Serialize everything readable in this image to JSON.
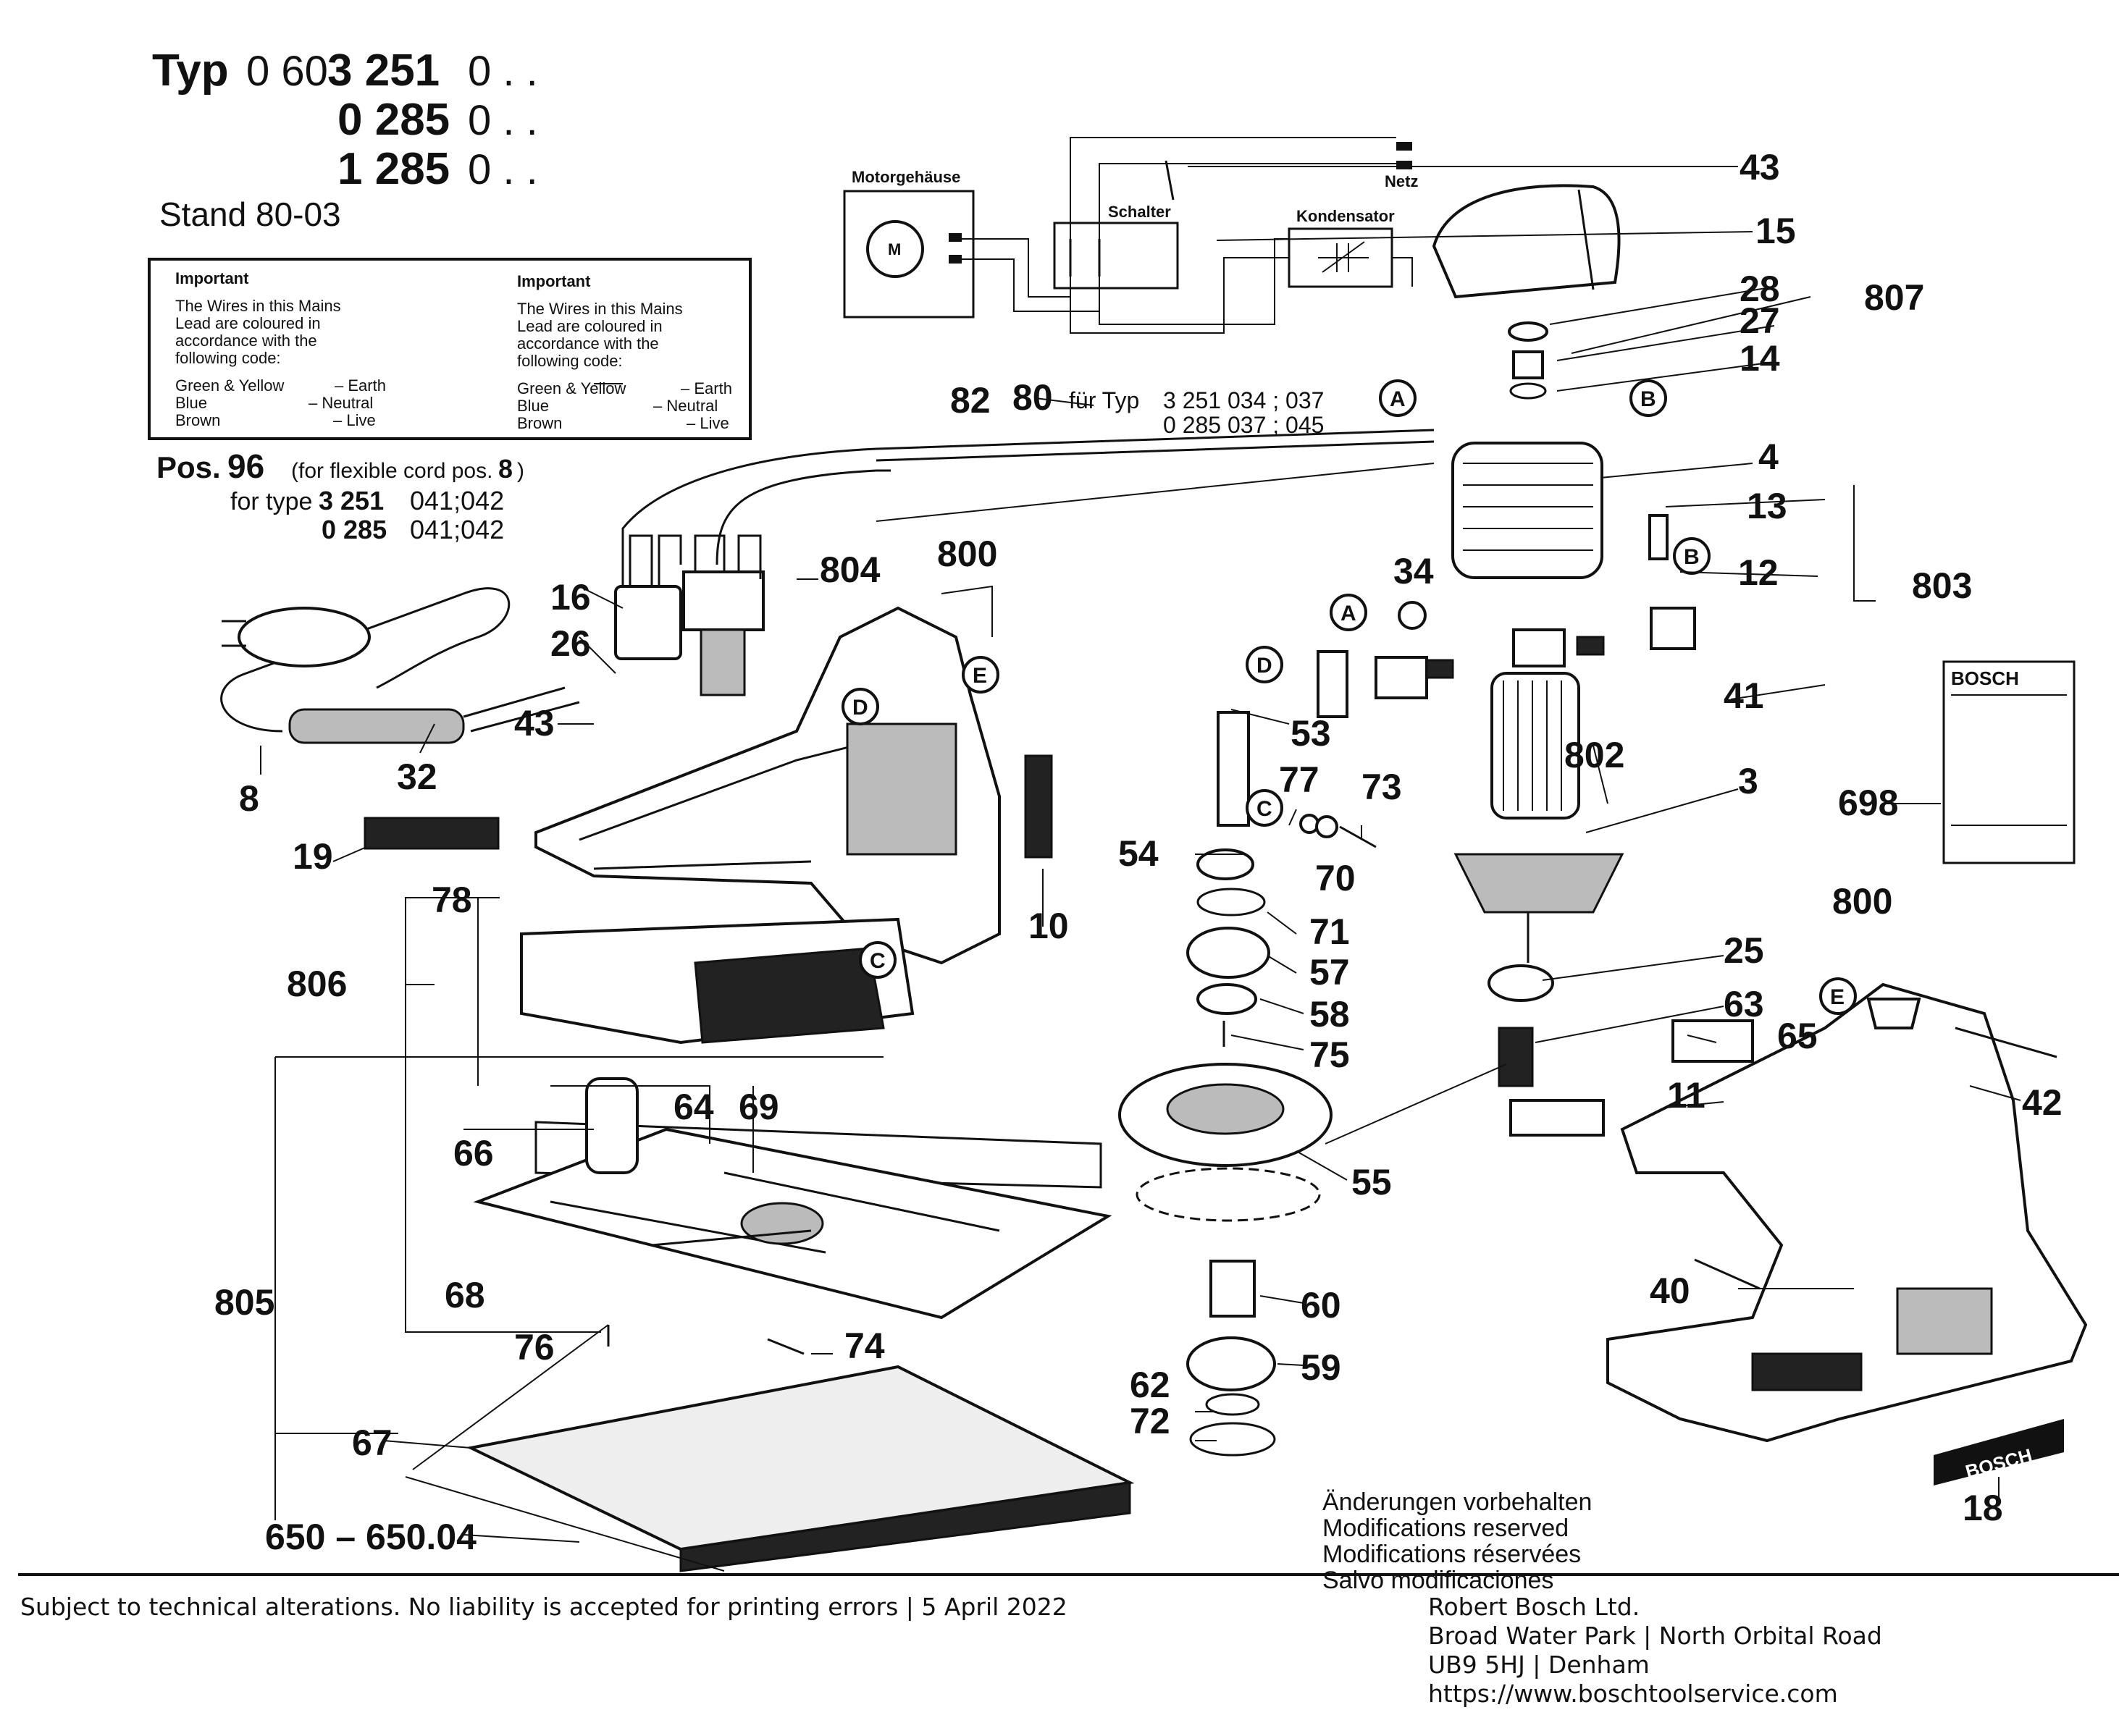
{
  "header": {
    "typ_label": "Typ",
    "typ_line1_prefix": "0 60",
    "typ_line1_bold": "3 251",
    "typ_line1_suffix": "0 . .",
    "typ_line2_bold": "0 285",
    "typ_line2_suffix": "0 . .",
    "typ_line3_bold": "1 285",
    "typ_line3_suffix": "0 . .",
    "stand": "Stand 80-03"
  },
  "important_box": {
    "title": "Important",
    "text_lines": [
      "The Wires in this Mains",
      "Lead are coloured in",
      "accordance with the",
      "following code:"
    ],
    "rows": [
      {
        "color": "Green & Yellow",
        "meaning": "– Earth"
      },
      {
        "color": "Blue",
        "meaning": "– Neutral"
      },
      {
        "color": "Brown",
        "meaning": "– Live"
      }
    ]
  },
  "pos96": {
    "label": "Pos.",
    "number": "96",
    "note": "(for flexible cord pos.",
    "note_num": "8",
    "note_end": ")",
    "for_type": "for type",
    "type1_bold": "3 251",
    "type1_rest": "041;042",
    "type2_bold": "0 285",
    "type2_rest": "041;042"
  },
  "fur_typ": {
    "label": "für Typ",
    "line1": "3 251 034 ; 037",
    "line2": "0 285 037 ; 045"
  },
  "wiring": {
    "motorgehause": "Motorgehäuse",
    "schalter": "Schalter",
    "kondensator": "Kondensator",
    "netz": "Netz",
    "motor": "M"
  },
  "markers": {
    "a": "A",
    "b": "B",
    "c": "C",
    "d": "D",
    "e": "E"
  },
  "callouts": {
    "c43_top": "43",
    "c15": "15",
    "c28": "28",
    "c27": "27",
    "c14": "14",
    "c807": "807",
    "c4": "4",
    "c13": "13",
    "c12": "12",
    "c803": "803",
    "c41": "41",
    "c802": "802",
    "c3": "3",
    "c698": "698",
    "c800_right": "800",
    "c25": "25",
    "c63": "63",
    "c65": "65",
    "c42": "42",
    "c11": "11",
    "c40": "40",
    "c18": "18",
    "c82": "82",
    "c80": "80",
    "c16": "16",
    "c804": "804",
    "c800_mid": "800",
    "c26": "26",
    "c43_left": "43",
    "c8": "8",
    "c32": "32",
    "c19": "19",
    "c10": "10",
    "c34": "34",
    "c53": "53",
    "c77": "77",
    "c73": "73",
    "c70": "70",
    "c54": "54",
    "c71": "71",
    "c57": "57",
    "c58": "58",
    "c75": "75",
    "c55": "55",
    "c60": "60",
    "c59": "59",
    "c62": "62",
    "c72": "72",
    "c78": "78",
    "c806": "806",
    "c64": "64",
    "c69": "69",
    "c66": "66",
    "c805": "805",
    "c68": "68",
    "c76": "76",
    "c74": "74",
    "c67": "67",
    "c650": "650 – 650.04"
  },
  "brand": {
    "box_label": "BOSCH",
    "plate_label": "BOSCH"
  },
  "modifications": [
    "Änderungen vorbehalten",
    "Modifications reserved",
    "Modifications réservées",
    "Salvo modificaciones"
  ],
  "footer": {
    "left": "Subject to technical alterations. No liability is accepted for printing errors | 5 April 2022",
    "company": "Robert Bosch Ltd.",
    "street": "Broad Water Park | North Orbital Road",
    "city": "UB9 5HJ | Denham",
    "url": "https://www.boschtoolservice.com"
  }
}
